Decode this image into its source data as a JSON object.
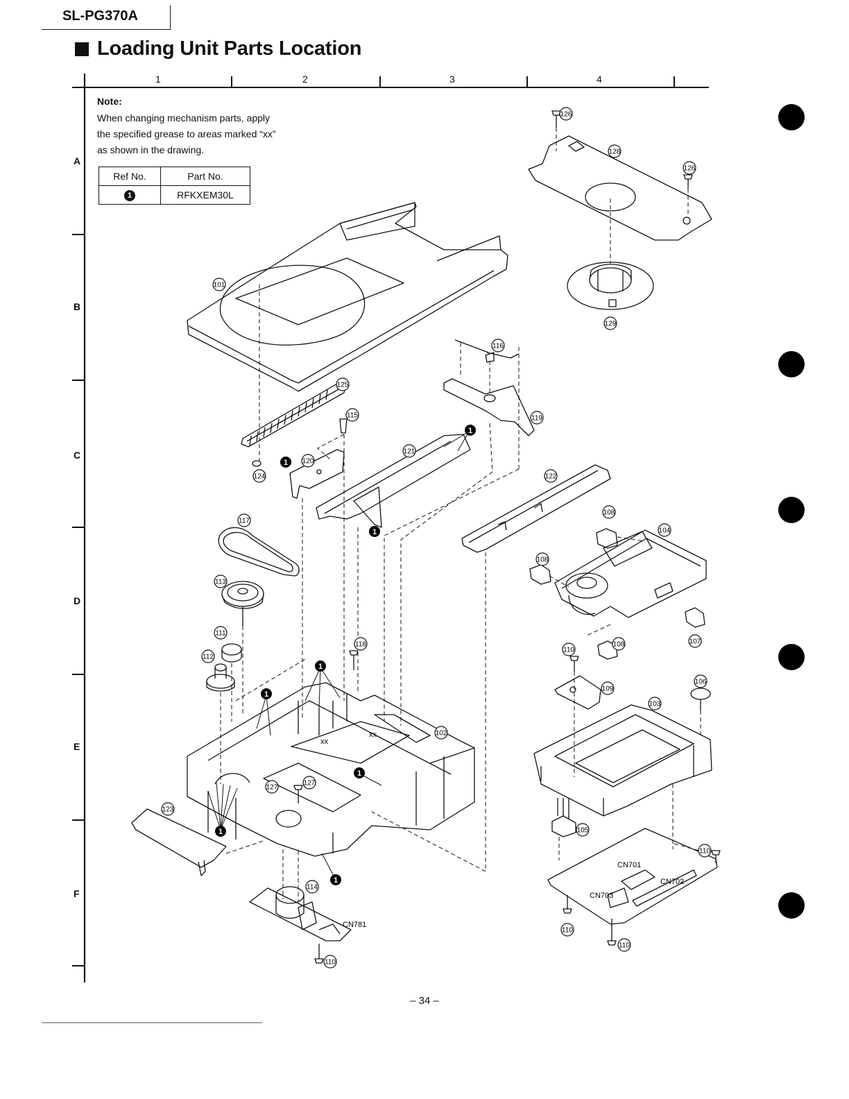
{
  "header": {
    "model": "SL-PG370A",
    "title": "Loading Unit Parts Location"
  },
  "grid": {
    "columns": [
      "1",
      "2",
      "3",
      "4"
    ],
    "rows": [
      "A",
      "B",
      "C",
      "D",
      "E",
      "F"
    ]
  },
  "note": {
    "heading": "Note:",
    "lines": [
      "When changing mechanism parts, apply",
      "the specified grease to areas marked “xx”",
      "as shown in the drawing."
    ]
  },
  "ref_table": {
    "headers": [
      "Ref No.",
      "Part No."
    ],
    "rows": [
      {
        "ref": "1",
        "part": "RFKXEM30L"
      }
    ]
  },
  "parts": [
    "101",
    "102",
    "103",
    "104",
    "105",
    "106",
    "107",
    "108",
    "108",
    "108",
    "109",
    "110",
    "110",
    "110",
    "110",
    "110",
    "111",
    "112",
    "113",
    "114",
    "115",
    "116",
    "117",
    "118",
    "119",
    "120",
    "121",
    "122",
    "123",
    "124",
    "125",
    "126",
    "126",
    "127",
    "127",
    "128",
    "129"
  ],
  "connectors": [
    "CN701",
    "CN702",
    "CN703",
    "CN781"
  ],
  "grease_mark": "1",
  "footer": {
    "page": "– 34 –"
  }
}
